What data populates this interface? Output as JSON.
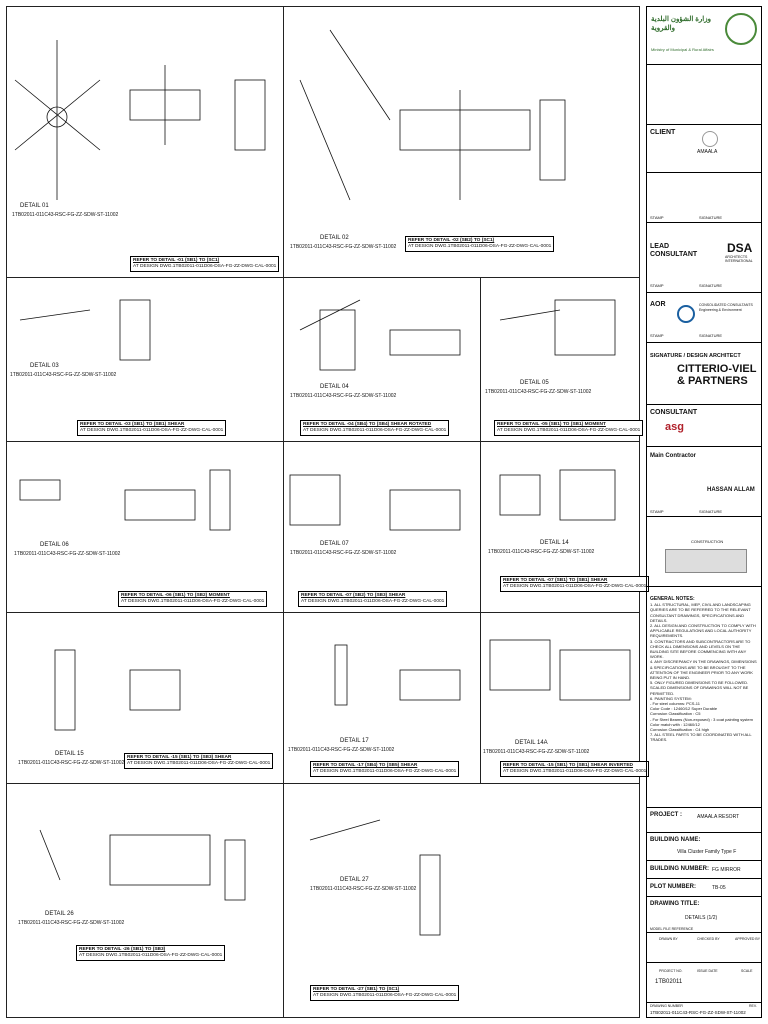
{
  "details": [
    {
      "title": "DETAIL 01",
      "dwg": "1TB02011-011C43-RSC-FG-ZZ-SDW-ST-11002"
    },
    {
      "title": "DETAIL 02",
      "dwg": "1TB02011-011C43-RSC-FG-ZZ-SDW-ST-11002"
    },
    {
      "title": "DETAIL 03",
      "dwg": "1TB02011-011C43-RSC-FG-ZZ-SDW-ST-11002"
    },
    {
      "title": "DETAIL 04",
      "dwg": "1TB02011-011C43-RSC-FG-ZZ-SDW-ST-11002"
    },
    {
      "title": "DETAIL 05",
      "dwg": "1TB02011-011C43-RSC-FG-ZZ-SDW-ST-11002"
    },
    {
      "title": "DETAIL 06",
      "dwg": "1TB02011-011C43-RSC-FG-ZZ-SDW-ST-11002"
    },
    {
      "title": "DETAIL 07",
      "dwg": "1TB02011-011C43-RSC-FG-ZZ-SDW-ST-11002"
    },
    {
      "title": "DETAIL 14",
      "dwg": "1TB02011-011C43-RSC-FG-ZZ-SDW-ST-11002"
    },
    {
      "title": "DETAIL 15",
      "dwg": "1TB02011-011C43-RSC-FG-ZZ-SDW-ST-11002"
    },
    {
      "title": "DETAIL 17",
      "dwg": "1TB02011-011C43-RSC-FG-ZZ-SDW-ST-11002"
    },
    {
      "title": "DETAIL 14A",
      "dwg": "1TB02011-011C43-RSC-FG-ZZ-SDW-ST-11002"
    },
    {
      "title": "DETAIL 26",
      "dwg": "1TB02011-011C43-RSC-FG-ZZ-SDW-ST-11002"
    },
    {
      "title": "DETAIL 27",
      "dwg": "1TB02011-011C43-RSC-FG-ZZ-SDW-ST-11002"
    }
  ],
  "refs": [
    {
      "l1": "REFER TO DETAIL -01  (SB1) TO (SC1)",
      "l2": "AT DESIGN DWG.1TB02011-011D06-DSA-FG-ZZ-DWG-CAL-0001"
    },
    {
      "l1": "REFER TO DETAIL -02  (SB2) TO (SC1)",
      "l2": "AT DESIGN DWG.1TB02011-011D06-DSA-FG-ZZ-DWG-CAL-0001"
    },
    {
      "l1": "REFER TO DETAIL -03  (SB1) TO (SB1) SHEAR",
      "l2": "AT DESIGN DWG.1TB02011-011D06-DSA-FG-ZZ-DWG-CAL-0001"
    },
    {
      "l1": "REFER TO DETAIL -04  (SB4) TO (SB4) SHEAR ROTATED",
      "l2": "AT DESIGN DWG.1TB02011-011D06-DSA-FG-ZZ-DWG-CAL-0001"
    },
    {
      "l1": "REFER TO DETAIL -05  (SB1) TO (SB1) MOMENT",
      "l2": "AT DESIGN DWG.1TB02011-011D06-DSA-FG-ZZ-DWG-CAL-0001"
    },
    {
      "l1": "REFER TO DETAIL -06  (SB1) TO (SB2) MOMENT",
      "l2": "AT DESIGN DWG.1TB02011-011D06-DSA-FG-ZZ-DWG-CAL-0001"
    },
    {
      "l1": "REFER TO DETAIL -07  (SB2) TO (SB3) SHEAR",
      "l2": "AT DESIGN DWG.1TB02011-011D06-DSA-FG-ZZ-DWG-CAL-0001"
    },
    {
      "l1": "REFER TO DETAIL -07  (SB1) TO (SB1) SHEAR",
      "l2": "AT DESIGN DWG.1TB02011-011D06-DSA-FG-ZZ-DWG-CAL-0001"
    },
    {
      "l1": "REFER TO DETAIL -15  (SB1) TO (SB3) SHEAR",
      "l2": "AT DESIGN DWG.1TB02011-011D06-DSA-FG-ZZ-DWG-CAL-0001"
    },
    {
      "l1": "REFER TO DETAIL -17  (SB4) TO (SB5) SHEAR",
      "l2": "AT DESIGN DWG.1TB02011-011D06-DSA-FG-ZZ-DWG-CAL-0001"
    },
    {
      "l1": "REFER TO DETAIL -15  (SB1) TO (SB1) SHEAR INVERTED",
      "l2": "AT DESIGN DWG.1TB02011-011D06-DSA-FG-ZZ-DWG-CAL-0001"
    },
    {
      "l1": "REFER TO DETAIL -26  (SB1) TO (SB3)",
      "l2": "AT DESIGN DWG.1TB02011-011D06-DSA-FG-ZZ-DWG-CAL-0001"
    },
    {
      "l1": "REFER TO DETAIL -27  (SB1) TO (SC1)",
      "l2": "AT DESIGN DWG.1TB02011-011D06-DSA-FG-ZZ-DWG-CAL-0001"
    }
  ],
  "titleblock": {
    "ministry_ar": "وزارة الشؤون البلدية والقروية",
    "ministry_en": "Ministry of Municipal & Rural Affairs",
    "client_label": "CLIENT",
    "client_name": "AMAALA",
    "stamp": "STAMP",
    "signature": "SIGNATURE",
    "lead_consultant": "LEAD CONSULTANT",
    "dsa": "DSA",
    "dsa_sub": "ARCHITECTS INTERNATIONAL",
    "aor": "AOR",
    "aor_sub": "CONSOLIDATED CONSULTANTS Engineering & Environment",
    "sig_design": "SIGNATURE / DESIGN ARCHITECT",
    "cvp": "CITTERIO-VIEL & PARTNERS",
    "consultant": "CONSULTANT",
    "asg": "asg",
    "main_contractor": "Main Contractor",
    "hassan": "HASSAN ALLAM",
    "construction": "CONSTRUCTION",
    "general_notes": "GENERAL NOTES:",
    "notes": [
      "1. ALL STRUCTURAL, MEP, CIVIL AND LANDSCAPING QUERIES ARE TO BE REFERRED TO THE RELEVANT CONSULTANT DRAWINGS, SPECIFICATIONS AND DETAILS.",
      "2. ALL DESIGN AND CONSTRUCTION TO COMPLY WITH APPLICABLE REGULATIONS AND LOCAL AUTHORITY REQUIREMENTS.",
      "3. CONTRACTORS AND SUBCONTRACTORS ARE TO CHECK ALL DIMENSIONS AND LEVELS ON THE BUILDING SITE BEFORE COMMENCING WITH ANY WORK.",
      "4. ANY DISCREPANCY IN THE DRAWINGS, DIMENSIONS & SPECIFICATIONS ARE TO BE BROUGHT TO THE ATTENTION OF THE ENGINEER PRIOR TO ANY WORK BEING PUT IN HAND.",
      "5. ONLY FIGURED DIMENSIONS TO BE FOLLOWED. SCALED DIMENSIONS OF DRAWINGS WILL NOT BE PERMITTED.",
      "6. PAINTING SYSTEM:",
      "- For steel columns: PCS-11",
      "  Color Code : 12460/12 Super Durable",
      "  Corrosion Classification : C5",
      "- For Steel Beams (Non-exposed) : 3 coat painting system",
      "  Color match with : 12460/12",
      "  Corrosion Classification : C4 high",
      "7. ALL STEEL PARTS TO BE COORDINATED WITH ALL TRADES."
    ],
    "project_label": "PROJECT :",
    "project_val": "AMAALA RESORT",
    "building_name_label": "BUILDING NAME:",
    "building_name_val": "Villa Cluster Family Type F",
    "building_number_label": "BUILDING NUMBER:",
    "building_number_val": "FG MIRROR",
    "plot_label": "PLOT NUMBER:",
    "plot_val": "TB-05",
    "drawing_title_label": "DRAWING TITLE:",
    "drawing_title_val": "DETAILS (1/2)",
    "model_ref": "MODEL FILE REFERENCE",
    "drawn": "DRAWN BY",
    "checked": "CHECKED BY",
    "approved": "APPROVED BY",
    "project_no_label": "PROJECT NO.",
    "project_no": "1TB02011",
    "issue_date": "ISSUE DATE",
    "scale": "SCALE",
    "drawing_number_label": "DRAWING NUMBER",
    "drawing_number": "1TB02011-011C43-RSC-FG-ZZ-SDW-ST-11002",
    "rev": "REV."
  }
}
